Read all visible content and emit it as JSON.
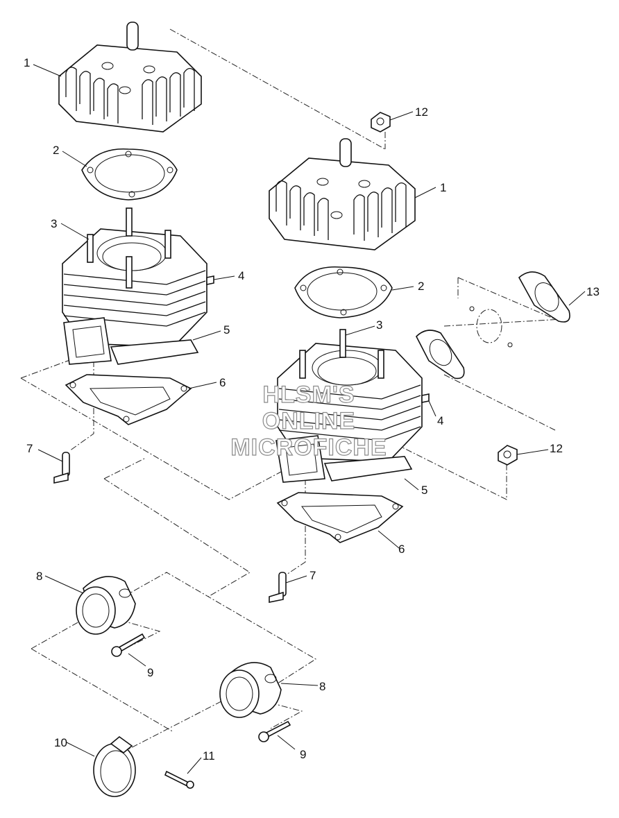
{
  "watermark": {
    "line1": "HLSM'S",
    "line2": "ONLINE",
    "line3": "MICROFICHE"
  },
  "callouts": {
    "c1a": "1",
    "c1b": "1",
    "c2a": "2",
    "c2b": "2",
    "c3a": "3",
    "c3b": "3",
    "c4a": "4",
    "c4b": "4",
    "c5a": "5",
    "c5b": "5",
    "c6a": "6",
    "c6b": "6",
    "c7a": "7",
    "c7b": "7",
    "c8a": "8",
    "c8b": "8",
    "c9a": "9",
    "c9b": "9",
    "c10": "10",
    "c11": "11",
    "c12a": "12",
    "c12b": "12",
    "c13": "13"
  }
}
